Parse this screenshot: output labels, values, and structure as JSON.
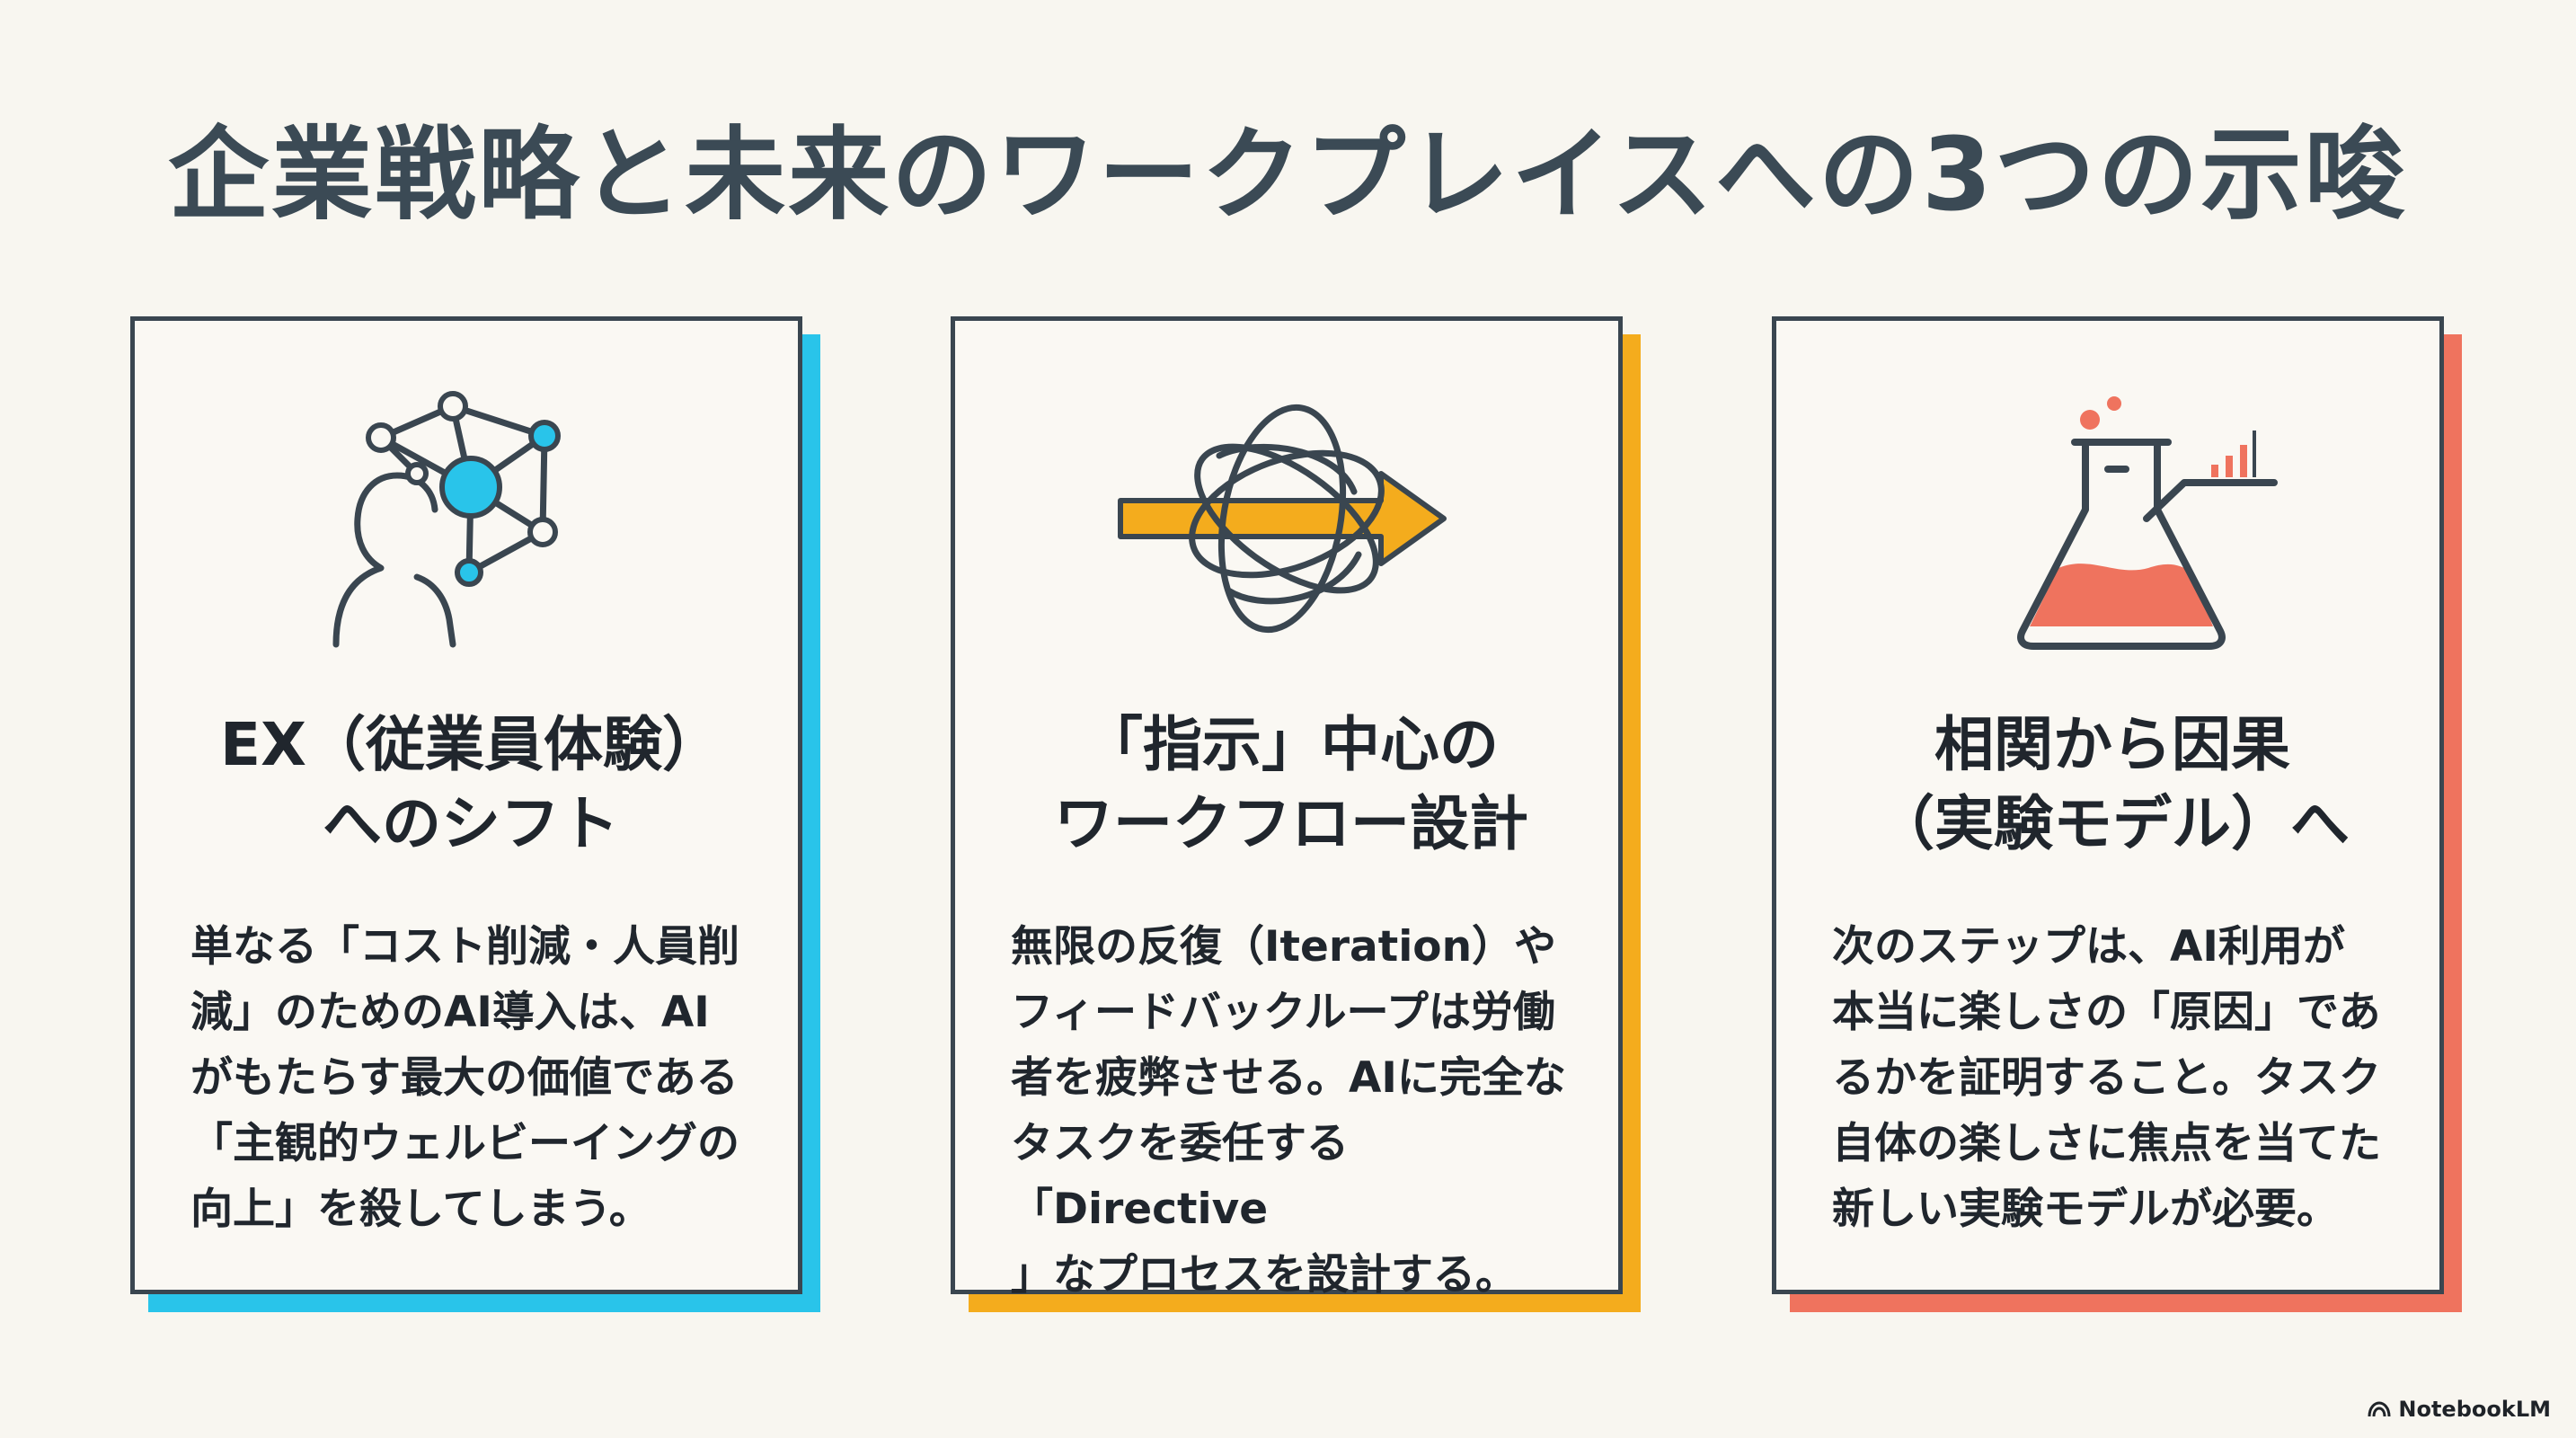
{
  "title": "企業戦略と未来のワークプレイスへの3つの示唆",
  "cards": [
    {
      "heading": "EX（従業員体験）\nへのシフト",
      "body": "単なる「コスト削減・人員削\n減」のためのAI導入は、AI\nがもたらす最大の価値である\n「主観的ウェルビーイングの\n向上」を殺してしまう。",
      "icon": "person-network-icon",
      "accent": "#29c4ea"
    },
    {
      "heading": "「指示」中心の\nワークフロー設計",
      "body": "無限の反復（Iteration）や\nフィードバックループは労働\n者を疲弊させる。AIに完全な\nタスクを委任する「Directive\n」なプロセスを設計する。",
      "icon": "loops-arrow-icon",
      "accent": "#f4ac1d"
    },
    {
      "heading": "相関から因果\n（実験モデル）へ",
      "body": "次のステップは、AI利用が\n本当に楽しさの「原因」であ\nるかを証明すること。タスク\n自体の楽しさに焦点を当てた\n新しい実験モデルが必要。",
      "icon": "flask-chart-icon",
      "accent": "#ef735e"
    }
  ],
  "brand": {
    "label": "NotebookLM",
    "icon": "notebooklm-logo-icon"
  }
}
